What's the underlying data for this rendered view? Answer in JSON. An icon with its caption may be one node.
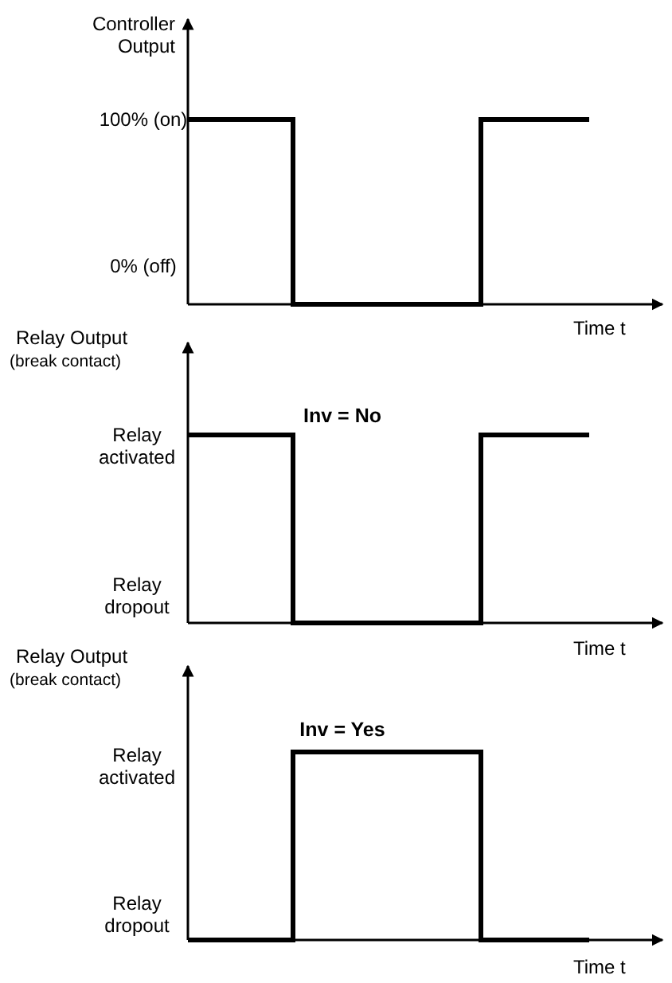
{
  "diagram": {
    "labels": [
      "Controller Output",
      "100% (on)",
      "0% (off)",
      "Time t",
      "Relay Output",
      "(break contact)",
      "Relay activated",
      "Inv = No",
      "Relay dropout",
      "Time t",
      "Relay Output",
      "(break contact)",
      "Inv = Yes",
      "Relay activated",
      "Relay dropout",
      "Time t"
    ]
  }
}
